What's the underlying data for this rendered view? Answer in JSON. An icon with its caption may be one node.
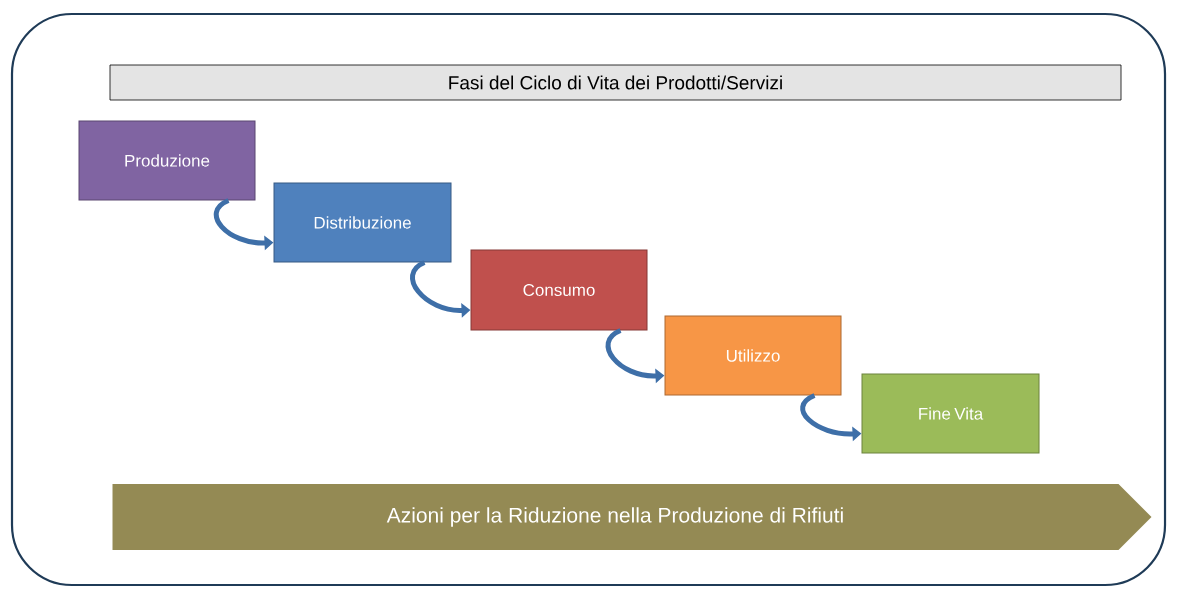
{
  "diagram": {
    "nodes": [
      {
        "text": [
          "Fasi del Ciclo di Vita dei Prodotti/Servizi"
        ]
      },
      {
        "text": [
          "Produzione"
        ]
      },
      {
        "text": [
          "Distribuzione"
        ]
      },
      {
        "text": [
          "Consumo"
        ]
      },
      {
        "text": [
          "Utilizzo"
        ]
      },
      {
        "text": [
          "Fine Vita"
        ]
      },
      {
        "text": [
          "Azioni per la Riduzione nella Produzione di Rifiuti"
        ]
      }
    ],
    "edges": [
      {
        "from": 1,
        "to": 2,
        "arrow": "to"
      },
      {
        "from": 2,
        "to": 3,
        "arrow": "to"
      },
      {
        "from": 3,
        "to": 4,
        "arrow": "to"
      },
      {
        "from": 4,
        "to": 5,
        "arrow": "to"
      }
    ]
  }
}
